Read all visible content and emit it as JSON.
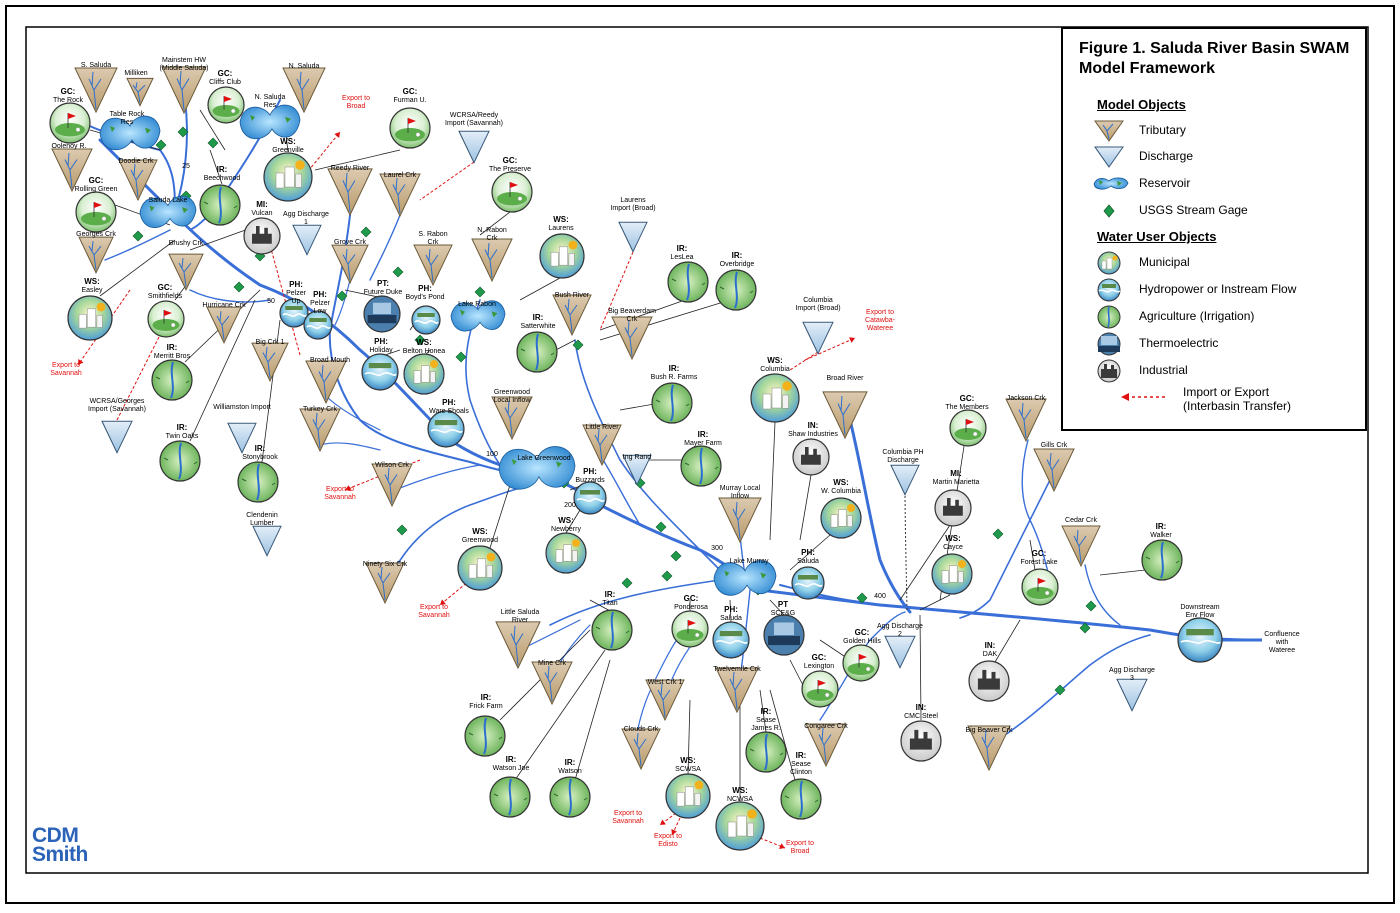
{
  "figure": {
    "title": "Figure 1.  Saluda River Basin SWAM Model Framework"
  },
  "legend": {
    "model_objects_heading": "Model Objects",
    "water_user_heading": "Water User Objects",
    "items": [
      {
        "key": "tributary",
        "label": "Tributary"
      },
      {
        "key": "discharge",
        "label": "Discharge"
      },
      {
        "key": "reservoir",
        "label": "Reservoir"
      },
      {
        "key": "gage",
        "label": "USGS Stream Gage"
      },
      {
        "key": "municipal",
        "label": "Municipal"
      },
      {
        "key": "hydro",
        "label": "Hydropower or Instream Flow"
      },
      {
        "key": "agri",
        "label": "Agriculture (Irrigation)"
      },
      {
        "key": "thermo",
        "label": "Thermoelectric"
      },
      {
        "key": "industrial",
        "label": "Industrial"
      },
      {
        "key": "transfer",
        "label": "Import or Export\n(Interbasin Transfer)"
      }
    ]
  },
  "logo": {
    "line1": "CDM",
    "line2": "Smith"
  },
  "colors": {
    "river": "#3a6fd8",
    "tributary_fill": "#c9b189",
    "discharge_fill": "#b7d3ea",
    "gage": "#1e9a4a",
    "transfer": "#e01010",
    "agri": "#3a9a3a"
  },
  "tributaries": [
    {
      "label": "S. Saluda"
    },
    {
      "label": "Milliken"
    },
    {
      "label": "Mainstem HW\n(Middle Saluda)"
    },
    {
      "label": "N. Saluda"
    },
    {
      "label": "Oolenoy R."
    },
    {
      "label": "Doodie Crk"
    },
    {
      "label": "Georges Crk"
    },
    {
      "label": "Brushy Crk"
    },
    {
      "label": "Hurricane Crk"
    },
    {
      "label": "Big Crk 1"
    },
    {
      "label": "Reedy River"
    },
    {
      "label": "Laurel Crk"
    },
    {
      "label": "Grove Crk"
    },
    {
      "label": "S. Rabon\nCrk"
    },
    {
      "label": "N. Rabon\nCrk"
    },
    {
      "label": "Broad Mouth"
    },
    {
      "label": "Turkey Crk"
    },
    {
      "label": "Wilson Crk"
    },
    {
      "label": "Bush River"
    },
    {
      "label": "Big Beaverdam\nCrk"
    },
    {
      "label": "Greenwood\nLocal Inflow"
    },
    {
      "label": "Little River"
    },
    {
      "label": "Ninety Six Crk"
    },
    {
      "label": "Murray Local\nInflow"
    },
    {
      "label": "Broad River"
    },
    {
      "label": "Jackson Crk"
    },
    {
      "label": "Gills Crk"
    },
    {
      "label": "Cedar Crk"
    },
    {
      "label": "Little Saluda\nRiver"
    },
    {
      "label": "Mine Crk"
    },
    {
      "label": "West Crk 1"
    },
    {
      "label": "Clouds Crk"
    },
    {
      "label": "Twelvemile Crk"
    },
    {
      "label": "Congaree Crk"
    },
    {
      "label": "Big Beaver Crk"
    }
  ],
  "discharges": [
    {
      "label": "Agg Discharge\n1"
    },
    {
      "label": "WCRSA/Reedy\nImport (Savannah)"
    },
    {
      "label": "Laurens\nImport (Broad)"
    },
    {
      "label": "Columbia\nImport (Broad)"
    },
    {
      "label": "WCRSA/Georges\nImport (Savannah)"
    },
    {
      "label": "Williamston Import"
    },
    {
      "label": "Clendenin\nLumber"
    },
    {
      "label": "Ing Rand"
    },
    {
      "label": "Columbia PH\nDischarge"
    },
    {
      "label": "Agg Discharge\n2"
    },
    {
      "label": "Agg Discharge\n3"
    }
  ],
  "reservoirs": [
    {
      "label": "Table Rock\nRes"
    },
    {
      "label": "N. Saluda\nRes"
    },
    {
      "label": "Saluda Lake"
    },
    {
      "label": "Lake Rabon"
    },
    {
      "label": "Lake Greenwood"
    },
    {
      "label": "Lake Murray"
    }
  ],
  "users": [
    {
      "type": "GC:",
      "name": "The Rock"
    },
    {
      "type": "GC:",
      "name": "Cliffs Club"
    },
    {
      "type": "IR:",
      "name": "Beechwood"
    },
    {
      "type": "WS:",
      "name": "Greenville"
    },
    {
      "type": "GC:",
      "name": "Furman U."
    },
    {
      "type": "GC:",
      "name": "The Preserve"
    },
    {
      "type": "GC:",
      "name": "Rolling Green"
    },
    {
      "type": "MI:",
      "name": "Vulcan"
    },
    {
      "type": "WS:",
      "name": "Easley"
    },
    {
      "type": "GC:",
      "name": "Smithfields"
    },
    {
      "type": "IR:",
      "name": "Merritt Bros"
    },
    {
      "type": "IR:",
      "name": "Twin Oaks"
    },
    {
      "type": "IR:",
      "name": "Stonybrook"
    },
    {
      "type": "PH:",
      "name": "Pelzer\nUp"
    },
    {
      "type": "PH:",
      "name": "Pelzer\nLow"
    },
    {
      "type": "PT:",
      "name": "Future Duke"
    },
    {
      "type": "PH:",
      "name": "Boyd's Pond"
    },
    {
      "type": "PH:",
      "name": "Holiday"
    },
    {
      "type": "WS:",
      "name": "Belton Honea"
    },
    {
      "type": "PH:",
      "name": "Ware Shoals"
    },
    {
      "type": "WS:",
      "name": "Laurens"
    },
    {
      "type": "IR:",
      "name": "Satterwhite"
    },
    {
      "type": "IR:",
      "name": "LesLea"
    },
    {
      "type": "IR:",
      "name": "Overbridge"
    },
    {
      "type": "IR:",
      "name": "Bush R. Farms"
    },
    {
      "type": "IR:",
      "name": "Mayer Farm"
    },
    {
      "type": "WS:",
      "name": "Columbia"
    },
    {
      "type": "IN:",
      "name": "Shaw Industries"
    },
    {
      "type": "PH:",
      "name": "Buzzards"
    },
    {
      "type": "WS:",
      "name": "Greenwood"
    },
    {
      "type": "WS:",
      "name": "Newberry"
    },
    {
      "type": "WS:",
      "name": "W. Columbia"
    },
    {
      "type": "PH:",
      "name": "Saluda"
    },
    {
      "type": "GC:",
      "name": "The Members"
    },
    {
      "type": "MI:",
      "name": "Martin Marietta"
    },
    {
      "type": "WS:",
      "name": "Cayce"
    },
    {
      "type": "GC:",
      "name": "Forest Lake"
    },
    {
      "type": "IR:",
      "name": "Walker"
    },
    {
      "type": "IR:",
      "name": "Titan"
    },
    {
      "type": "GC:",
      "name": "Ponderosa"
    },
    {
      "type": "PH:",
      "name": "Saluda"
    },
    {
      "type": "PT",
      "name": "SCE&G"
    },
    {
      "type": "GC:",
      "name": "Golden Hills"
    },
    {
      "type": "GC:",
      "name": "Lexington"
    },
    {
      "type": "IR:",
      "name": "Frick Farm"
    },
    {
      "type": "IR:",
      "name": "Watson Joe"
    },
    {
      "type": "IR:",
      "name": "Watson"
    },
    {
      "type": "WS:",
      "name": "SCWSA"
    },
    {
      "type": "WS:",
      "name": "NCWSA"
    },
    {
      "type": "IR:",
      "name": "Sease\nJames R."
    },
    {
      "type": "IR:",
      "name": "Sease\nClinton"
    },
    {
      "type": "IN:",
      "name": "DAK"
    },
    {
      "type": "IN:",
      "name": "CMC Steel"
    },
    {
      "type": "",
      "name": "Downstream\nEnv Flow"
    }
  ],
  "transfers": [
    {
      "label": "Export to\nBroad"
    },
    {
      "label": "Export to\nSavannah"
    },
    {
      "label": "Export to\nSavannah"
    },
    {
      "label": "Export to\nCatawba-\nWateree"
    },
    {
      "label": "Export to\nSavannah"
    },
    {
      "label": "Export to\nSavannah"
    },
    {
      "label": "Export to\nEdisto"
    },
    {
      "label": "Export to\nBroad"
    }
  ],
  "mileposts": [
    {
      "label": "25"
    },
    {
      "label": "50"
    },
    {
      "label": "100"
    },
    {
      "label": "200"
    },
    {
      "label": "300"
    },
    {
      "label": "400"
    }
  ],
  "outlet": {
    "label": "Confluence\nwith\nWateree"
  }
}
